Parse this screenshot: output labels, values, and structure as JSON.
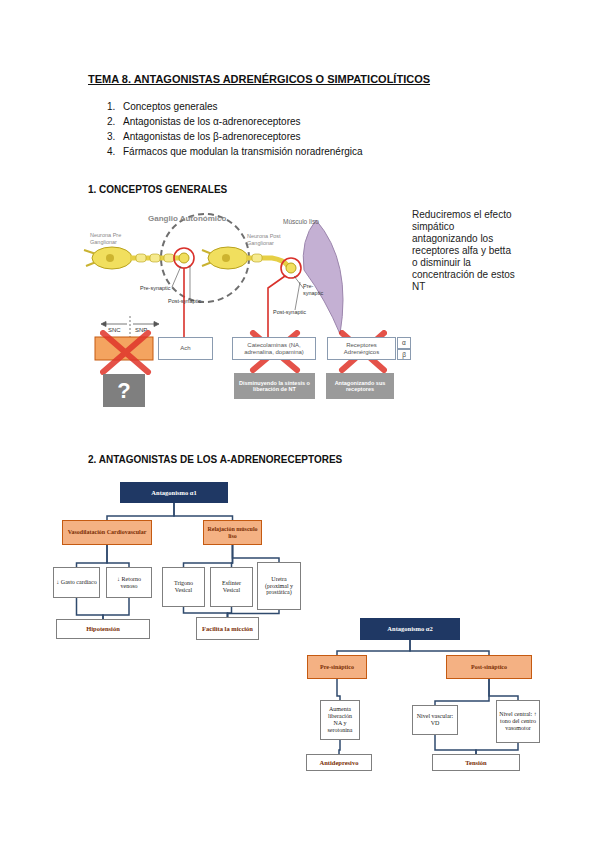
{
  "diagram": {
    "title": "TEMA 8. ANTAGONISTAS ADRENÉRGICOS O SIMPATICOLÍTICOS",
    "nodes": [
      {
        "text": [
          "Ach"
        ]
      },
      {
        "text": [
          "Catecolaminas (NA, adrenalina, dopamina)"
        ]
      },
      {
        "text": [
          "Receptores Adrenérgicos"
        ]
      },
      {
        "text": [
          "α"
        ]
      },
      {
        "text": [
          "β"
        ]
      },
      {
        "text": [
          "?"
        ]
      },
      {
        "text": [
          "Disminuyendo la síntesis o liberación de NT"
        ]
      },
      {
        "text": [
          "Antagonizando sus receptores"
        ]
      },
      {
        "text": [
          "Antagonismo α1"
        ]
      },
      {
        "text": [
          "Vasodilatación Cardiovascular"
        ]
      },
      {
        "text": [
          "Relajación músculo liso"
        ]
      },
      {
        "text": [
          "↓ Gasto cardiaco"
        ]
      },
      {
        "text": [
          "↓ Retorno venoso"
        ]
      },
      {
        "text": [
          "Trígono Vesical"
        ]
      },
      {
        "text": [
          "Esfínter Vesical"
        ]
      },
      {
        "text": [
          "Uretra (proximal y prostática)"
        ]
      },
      {
        "text": [
          "Hipotensión"
        ]
      },
      {
        "text": [
          "Facilita la micción"
        ]
      },
      {
        "text": [
          "Antagonismo α2"
        ]
      },
      {
        "text": [
          "Pre-sináptico"
        ]
      },
      {
        "text": [
          "Post-sináptico"
        ]
      },
      {
        "text": [
          "Aumenta liberación NA y serotonina"
        ]
      },
      {
        "text": [
          "Nivel vascular: VD"
        ]
      },
      {
        "text": [
          "Nivel central: ↑ tono del centro vasomotor"
        ]
      },
      {
        "text": [
          "Antidepresivo"
        ]
      },
      {
        "text": [
          "Tensión"
        ]
      }
    ],
    "edges": [
      {
        "from": 8,
        "to": 9,
        "arrow": "none"
      },
      {
        "from": 8,
        "to": 10,
        "arrow": "none"
      },
      {
        "from": 9,
        "to": 11,
        "arrow": "none"
      },
      {
        "from": 9,
        "to": 12,
        "arrow": "none"
      },
      {
        "from": 11,
        "to": 16,
        "arrow": "none"
      },
      {
        "from": 12,
        "to": 16,
        "arrow": "none"
      },
      {
        "from": 10,
        "to": 13,
        "arrow": "none"
      },
      {
        "from": 10,
        "to": 14,
        "arrow": "none"
      },
      {
        "from": 10,
        "to": 15,
        "arrow": "none"
      },
      {
        "from": 13,
        "to": 17,
        "arrow": "none"
      },
      {
        "from": 14,
        "to": 17,
        "arrow": "none"
      },
      {
        "from": 15,
        "to": 17,
        "arrow": "none"
      },
      {
        "from": 18,
        "to": 19,
        "arrow": "none"
      },
      {
        "from": 18,
        "to": 20,
        "arrow": "none"
      },
      {
        "from": 19,
        "to": 21,
        "arrow": "none"
      },
      {
        "from": 21,
        "to": 24,
        "arrow": "none"
      },
      {
        "from": 20,
        "to": 22,
        "arrow": "none"
      },
      {
        "from": 20,
        "to": 23,
        "arrow": "none"
      },
      {
        "from": 22,
        "to": 25,
        "arrow": "none"
      },
      {
        "from": 23,
        "to": 25,
        "arrow": "none"
      }
    ],
    "labels": [
      "1.",
      "Conceptos generales",
      "2.",
      "Antagonistas de los α-adrenoreceptores",
      "3.",
      "Antagonistas de los β-adrenoreceptores",
      "4.",
      "Fármacos que modulan la transmisión noradrenérgica",
      "1. CONCEPTOS GENERALES",
      "Ganglio Autonómico",
      "Músculo liso",
      "Neurona Pre Ganglionar",
      "Neurona Post Ganglionar",
      "Pre-synaptic",
      "Post-synaptic",
      "Pre-synaptic",
      "Post-synaptic",
      "SNC",
      "SNP",
      "Reduciremos el efecto simpático antagonizando los receptores alfa y betta o disminuir la concentración de estos NT",
      "2. ANTAGONISTAS DE LOS A-ADRENORECEPTORES"
    ]
  }
}
